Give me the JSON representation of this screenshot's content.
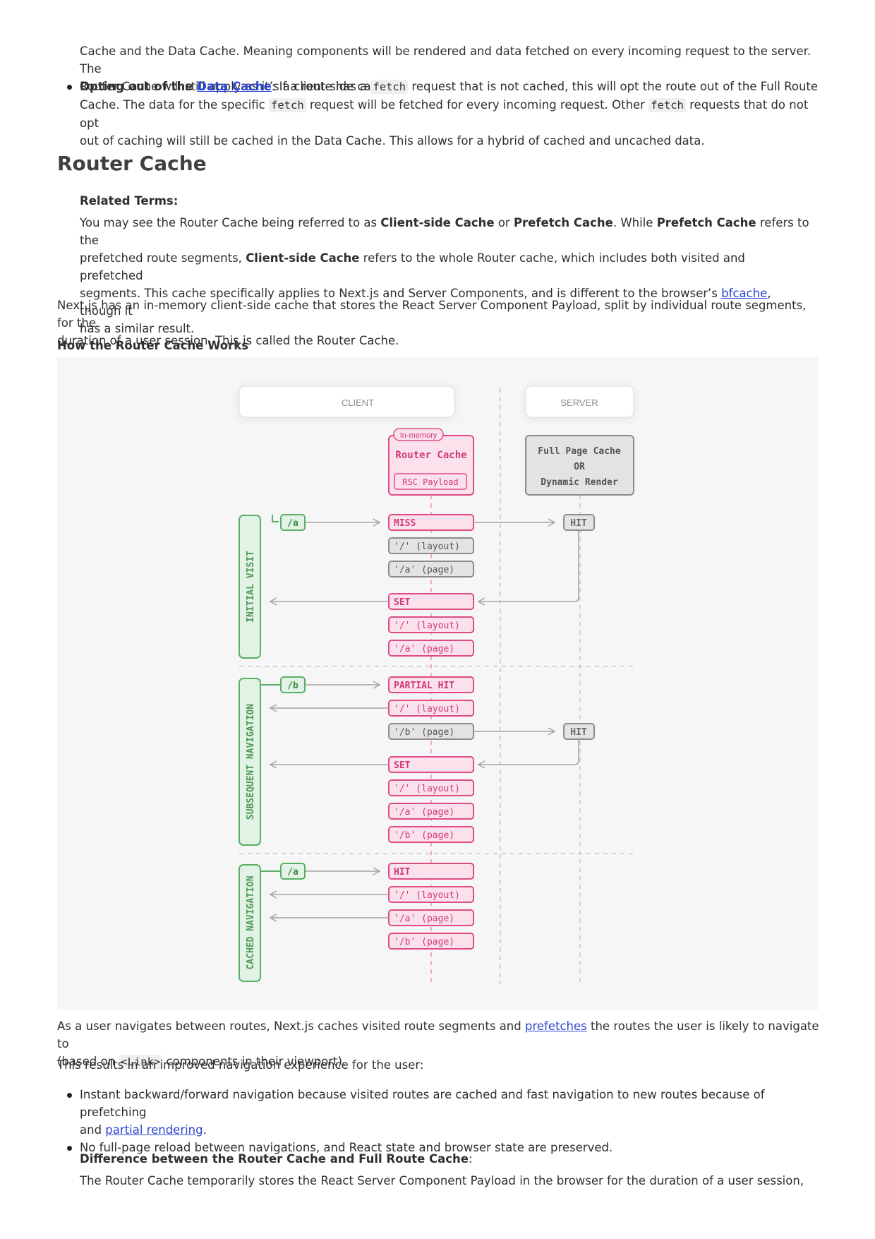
{
  "top_paragraph": {
    "line1": "Cache and the Data Cache. Meaning components will be rendered and data fetched on every incoming request to the server. The",
    "line2": "Router Cache will still apply as it’s a client-side cache."
  },
  "opting_out": {
    "bold": "Opting out of the ",
    "link": "Data Cache",
    "t1": ": If a route has a ",
    "code1": "fetch",
    "t2": " request that is not cached, this will opt the route out of the Full Route",
    "t3": "Cache. The data for the specific ",
    "code2": "fetch",
    "t4": " request will be fetched for every incoming request. Other ",
    "code3": "fetch",
    "t5": " requests that do not opt",
    "t6": "out of caching will still be cached in the Data Cache. This allows for a hybrid of cached and uncached data."
  },
  "heading": "Router Cache",
  "related": {
    "title": "Related Terms:",
    "a": "You may see the Router Cache being referred to as ",
    "b": "Client-side Cache",
    "c": " or ",
    "d": "Prefetch Cache",
    "e": ". While ",
    "f": "Prefetch Cache",
    "g": " refers to the",
    "h": "prefetched route segments, ",
    "i": "Client-side Cache",
    "j": " refers to the whole Router cache, which includes both visited and prefetched",
    "k": "segments. This cache specifically applies to Next.js and Server Components, and is different to the browser’s ",
    "link": "bfcache",
    "l": ", though it",
    "m": "has a similar result."
  },
  "intro": {
    "line1": "Next.js has an in-memory client-side cache that stores the React Server Component Payload, split by individual route segments, for the",
    "line2": "duration of a user session. This is called the Router Cache."
  },
  "how_heading": "How the Router Cache Works",
  "diagram": {
    "client": "CLIENT",
    "server": "SERVER",
    "in_memory": "In-memory",
    "router_cache": "Router Cache",
    "rsc_payload": "RSC Payload",
    "server_box": [
      "Full Page Cache",
      "OR",
      "Dynamic Render"
    ],
    "sections": {
      "initial": "INITIAL VISIT",
      "subsequent": "SUBSEQUENT NAVIGATION",
      "cached": "CACHED NAVIGATION"
    },
    "routes": {
      "a1": "/a",
      "b": "/b",
      "a2": "/a"
    },
    "boxes": {
      "miss": "MISS",
      "layout": "'/' (layout)",
      "page_a": "'/a' (page)",
      "page_b": "'/b' (page)",
      "set": "SET",
      "partial_hit": "PARTIAL HIT",
      "hit": "HIT"
    },
    "server_hit": "HIT",
    "colors": {
      "pink": "#e04a86",
      "pink_fill": "#fbe1ec",
      "green": "#5aae66",
      "green_fill": "#e2f2e4",
      "gray": "#8c8c8c",
      "gray_fill": "#e3e3e3"
    }
  },
  "after_fig": {
    "a": "As a user navigates between routes, Next.js caches visited route segments and ",
    "link": "prefetches",
    "b": " the routes the user is likely to navigate to",
    "c": "(based on ",
    "code": "<Link>",
    "d": " components in their viewport)."
  },
  "improved": "This results in an improved navigation experience for the user:",
  "bullets": {
    "one_a": "Instant backward/forward navigation because visited routes are cached and fast navigation to new routes because of prefetching",
    "one_b": "and ",
    "one_link": "partial rendering",
    "one_c": ".",
    "two": "No full-page reload between navigations, and React state and browser state are preserved."
  },
  "difference": {
    "title": "Difference between the Router Cache and Full Route Cache",
    "colon": ":",
    "text": "The Router Cache temporarily stores the React Server Component Payload in the browser for the duration of a user session,"
  }
}
